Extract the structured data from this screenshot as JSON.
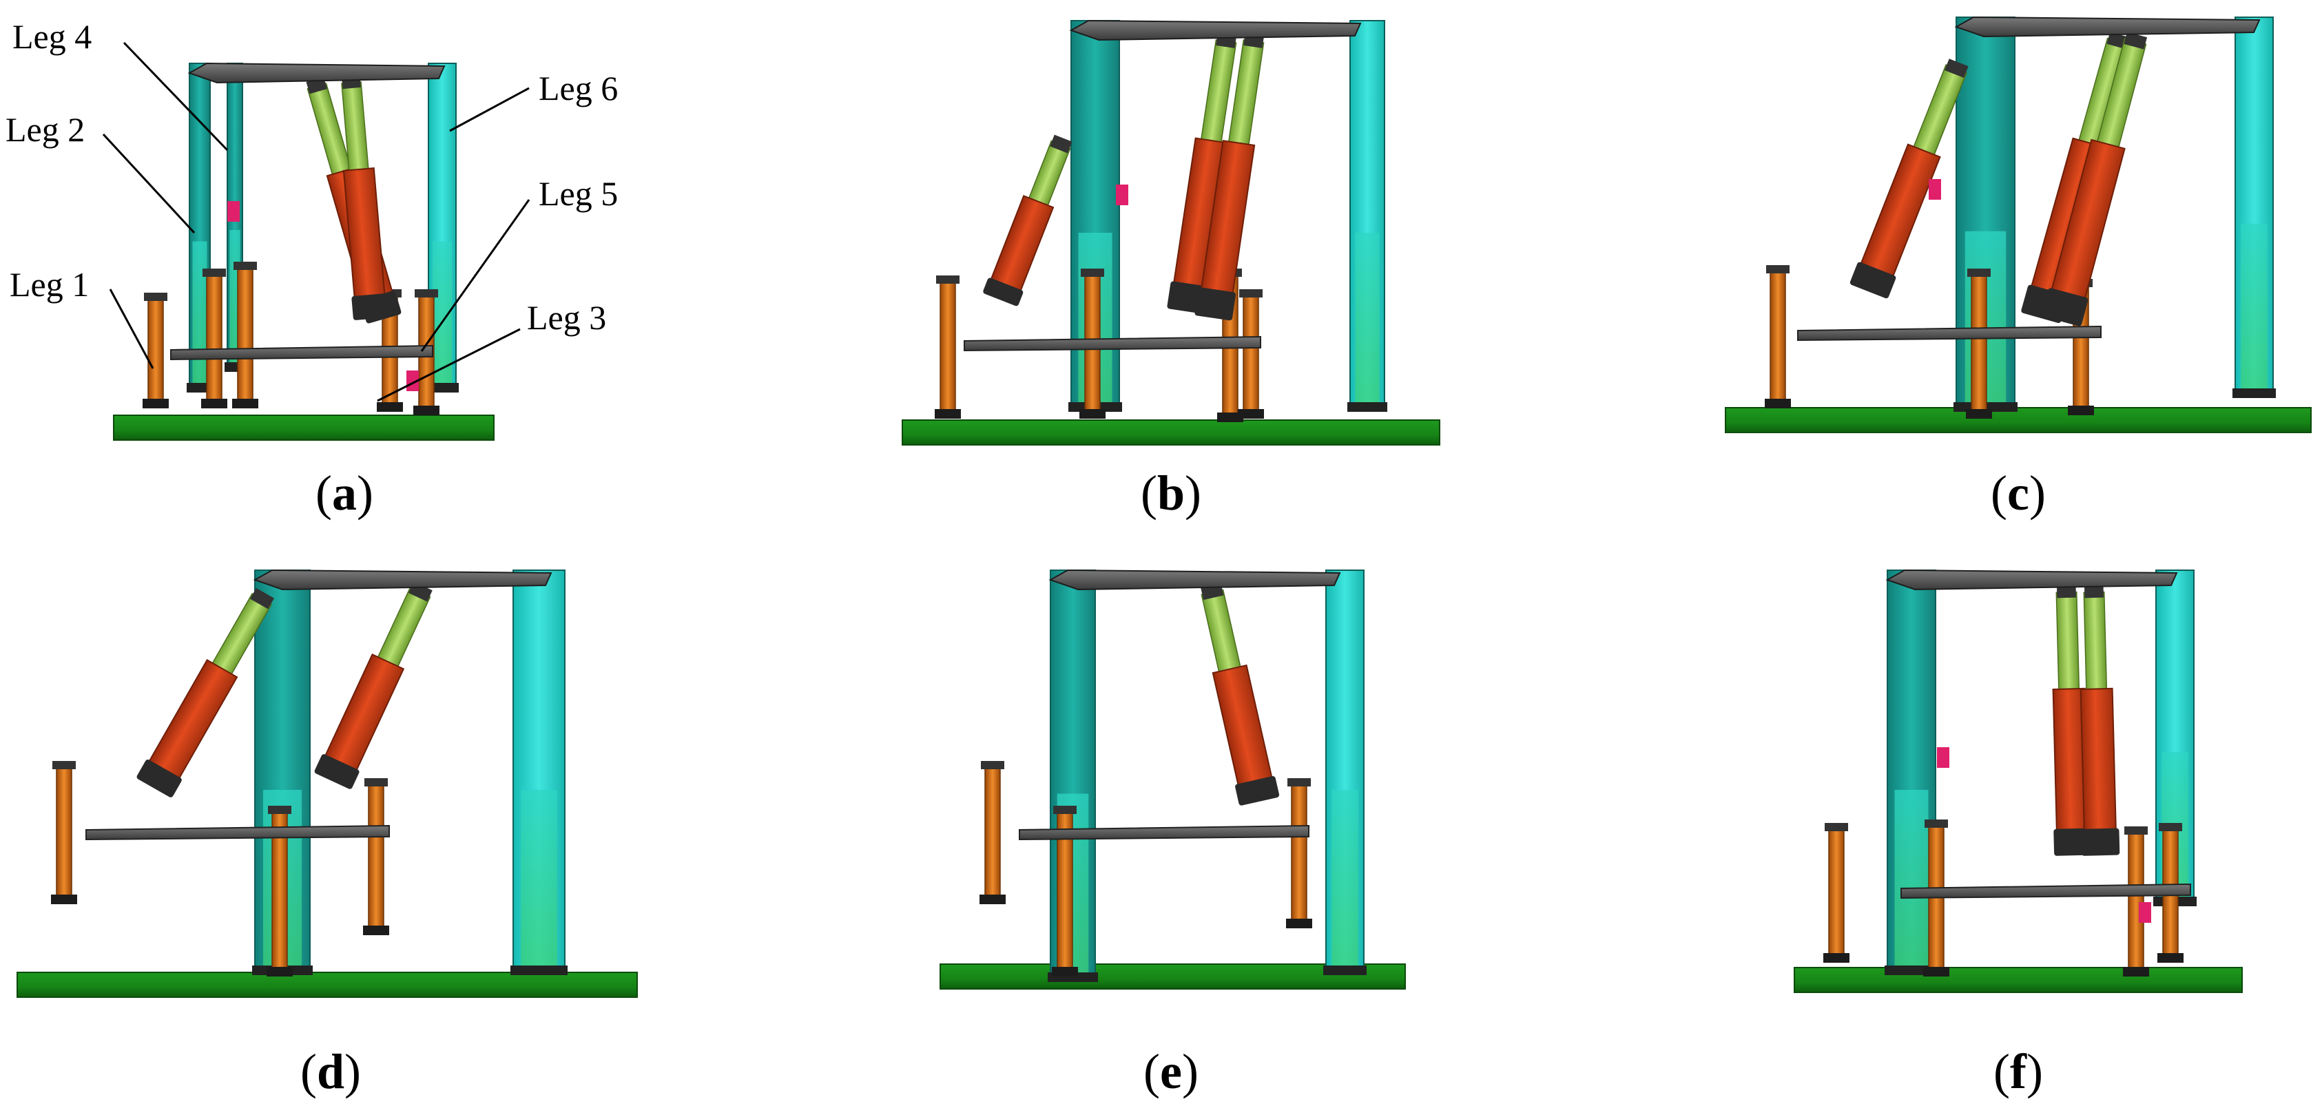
{
  "figure": {
    "labels": {
      "leg1": "Leg 1",
      "leg2": "Leg 2",
      "leg3": "Leg 3",
      "leg4": "Leg 4",
      "leg5": "Leg 5",
      "leg6": "Leg 6"
    },
    "panels": [
      {
        "id": "a",
        "letter": "a"
      },
      {
        "id": "b",
        "letter": "b"
      },
      {
        "id": "c",
        "letter": "c"
      },
      {
        "id": "d",
        "letter": "d"
      },
      {
        "id": "e",
        "letter": "e"
      },
      {
        "id": "f",
        "letter": "f"
      }
    ],
    "colors": {
      "ground": "#1a8f1a",
      "leg_teal": "#1aa69a",
      "leg_cyan": "#27d9d0",
      "leg_green": "#2fcf8a",
      "actuator_red": "#d2401a",
      "piston_green": "#9bd15a",
      "rod_orange": "#d66a12",
      "platform": "#555555",
      "accent_pink": "#e0206a"
    }
  }
}
